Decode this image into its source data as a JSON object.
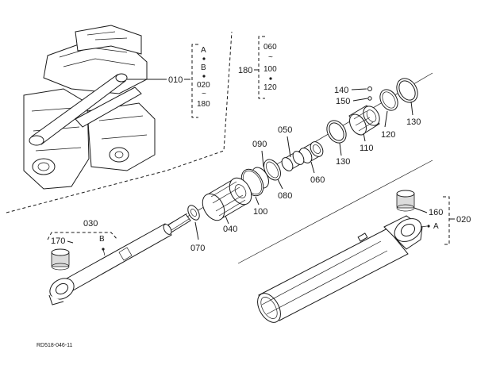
{
  "parts": {
    "p010": "010",
    "p020": "020",
    "p030": "030",
    "p040": "040",
    "p050": "050",
    "p060": "060",
    "p070": "070",
    "p080": "080",
    "p090": "090",
    "p100": "100",
    "p110": "110",
    "p120": "120",
    "p130": "130",
    "p140": "140",
    "p150": "150",
    "p160": "160",
    "p170": "170",
    "p180": "180"
  },
  "bracket_010": {
    "ref_a": "A",
    "ref_b": "B",
    "from": "020",
    "tilde": "~",
    "to": "180"
  },
  "bracket_180": {
    "from": "060",
    "tilde": "~",
    "mid": "100",
    "to": "120"
  },
  "marker_a": "A",
  "marker_b": "B",
  "drawing_code": "RD518-046-11"
}
